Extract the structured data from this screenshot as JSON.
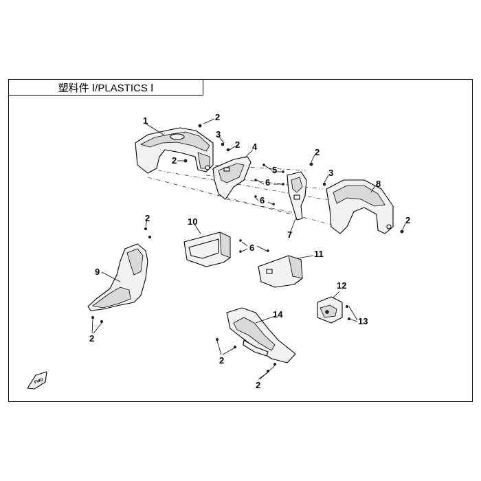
{
  "title": "塑料件 Ⅰ/PLASTICS Ⅰ",
  "callouts": {
    "c1": "1",
    "c2a": "2",
    "c3a": "3",
    "c2b": "2",
    "c4": "4",
    "c2c": "2",
    "c2d": "2",
    "c5": "5",
    "c3b": "3",
    "c6a": "6",
    "c8": "8",
    "c6b": "6",
    "c2e": "2",
    "c7": "7",
    "c10": "10",
    "c2f": "2",
    "c6c": "6",
    "c11": "11",
    "c9": "9",
    "c12": "12",
    "c13": "13",
    "c14": "14",
    "c2g": "2",
    "c2h": "2",
    "c2i": "2"
  },
  "fwd_label": "FWD"
}
